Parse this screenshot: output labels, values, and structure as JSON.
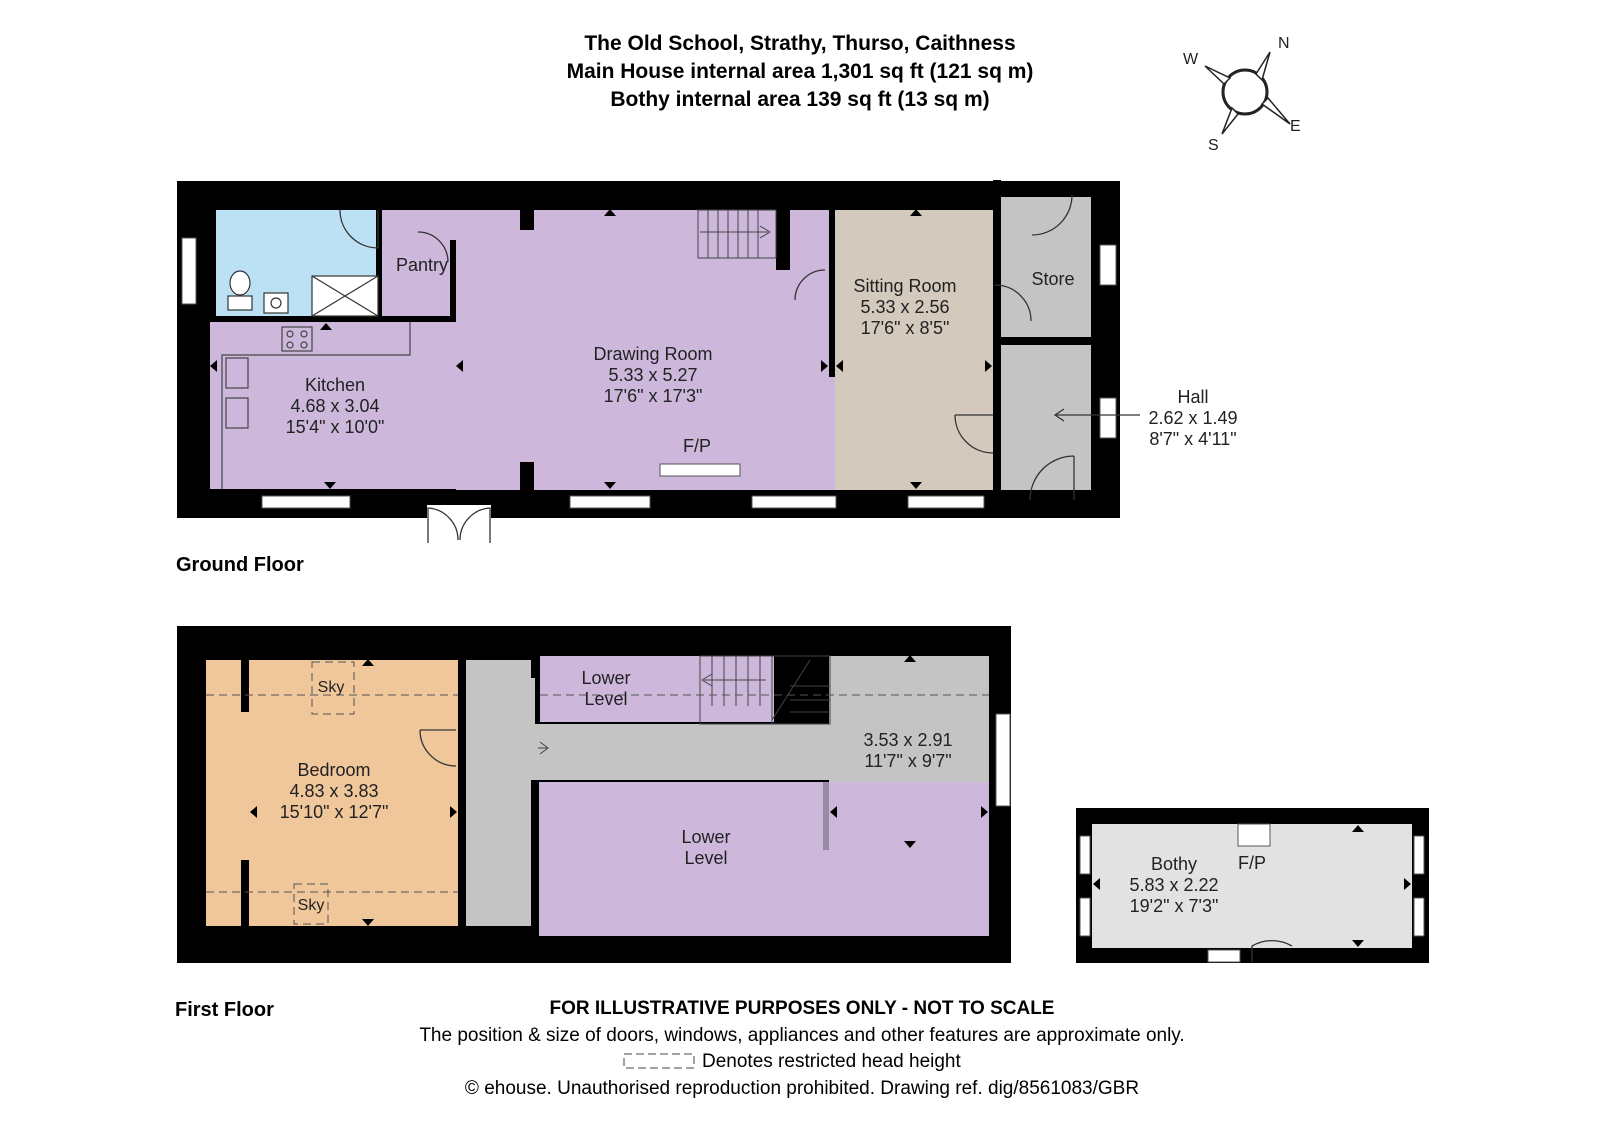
{
  "header": {
    "title": "The Old School, Strathy, Thurso, Caithness",
    "main_area": "Main House internal area 1,301 sq ft (121 sq m)",
    "bothy_area": "Bothy internal area 139 sq ft (13 sq m)"
  },
  "compass": {
    "n": "N",
    "e": "E",
    "s": "S",
    "w": "W"
  },
  "ground_floor": {
    "label": "Ground Floor",
    "rooms": {
      "pantry": {
        "name": "Pantry"
      },
      "kitchen": {
        "name": "Kitchen",
        "metric": "4.68 x 3.04",
        "imperial": "15'4\" x 10'0\""
      },
      "drawing_room": {
        "name": "Drawing Room",
        "metric": "5.33 x 5.27",
        "imperial": "17'6\" x 17'3\""
      },
      "sitting_room": {
        "name": "Sitting Room",
        "metric": "5.33 x 2.56",
        "imperial": "17'6\" x 8'5\""
      },
      "store": {
        "name": "Store"
      },
      "hall": {
        "name": "Hall",
        "metric": "2.62 x 1.49",
        "imperial": "8'7\" x 4'11\""
      }
    },
    "fireplace_label": "F/P"
  },
  "first_floor": {
    "label": "First Floor",
    "rooms": {
      "bedroom": {
        "name": "Bedroom",
        "metric": "4.83 x 3.83",
        "imperial": "15'10\" x 12'7\""
      },
      "landing": {
        "metric": "3.53 x 2.91",
        "imperial": "11'7\" x 9'7\""
      },
      "lower_level_top": {
        "line1": "Lower",
        "line2": "Level"
      },
      "lower_level_main": {
        "line1": "Lower",
        "line2": "Level"
      }
    },
    "skylight_label": "Sky"
  },
  "bothy": {
    "name": "Bothy",
    "metric": "5.83 x 2.22",
    "imperial": "19'2\" x 7'3\"",
    "fireplace_label": "F/P"
  },
  "disclaimer": {
    "line1": "FOR ILLUSTRATIVE PURPOSES ONLY - NOT TO SCALE",
    "line2": "The position & size of doors, windows, appliances and other features are approximate only.",
    "line3": "Denotes restricted head height",
    "line4": "© ehouse. Unauthorised reproduction prohibited. Drawing ref. dig/8561083/GBR"
  },
  "colors": {
    "wall": "#000000",
    "kitchen_drawing": "#cdb8dc",
    "bathroom": "#bde1f4",
    "sitting_room": "#d3c9bc",
    "hall_store": "#c4c4c4",
    "bedroom": "#f0c69b",
    "landing": "#c4c4c4",
    "lower_level": "#cdb8dc",
    "bothy": "#e2e2e2"
  }
}
